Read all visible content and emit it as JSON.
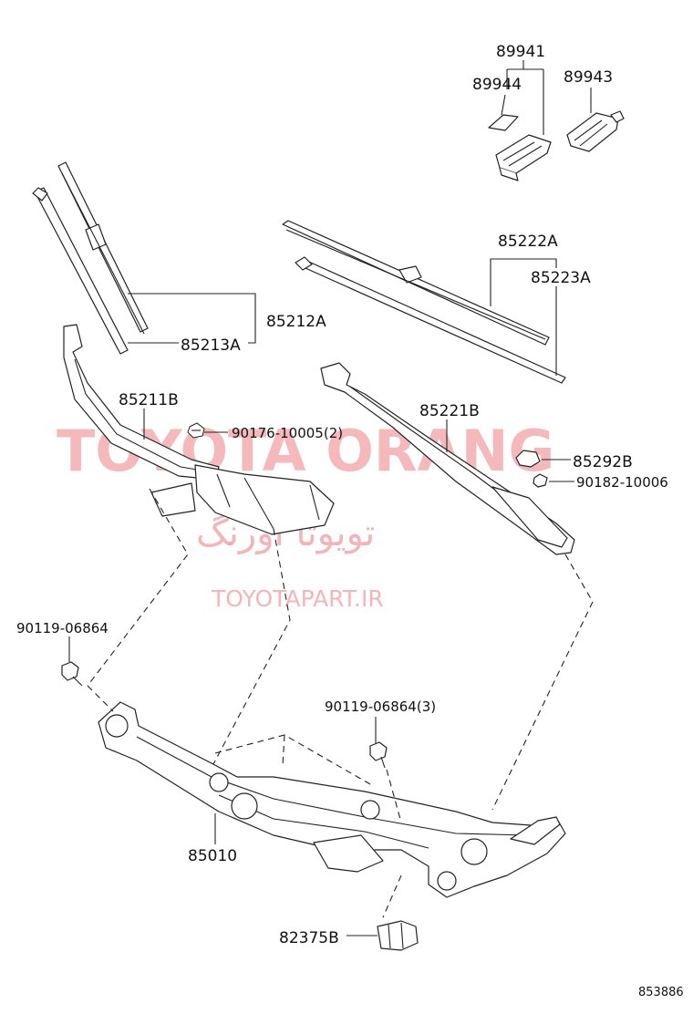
{
  "watermark": {
    "brand": "TOYOTA ORANG",
    "persian": "تویوتا اورنگ",
    "site": "TOYOTAPART.IR"
  },
  "labels": {
    "p89941": "89941",
    "p89944": "89944",
    "p89943": "89943",
    "p85222A": "85222A",
    "p85223A": "85223A",
    "p85212A": "85212A",
    "p85213A": "85213A",
    "p85211B": "85211B",
    "p90176": "90176-10005(2)",
    "p85221B": "85221B",
    "p85292B": "85292B",
    "p90182": "90182-10006",
    "p90119a": "90119-06864",
    "p90119b": "90119-06864(3)",
    "p85010": "85010",
    "p82375B": "82375B"
  },
  "diagram_id": "853886"
}
